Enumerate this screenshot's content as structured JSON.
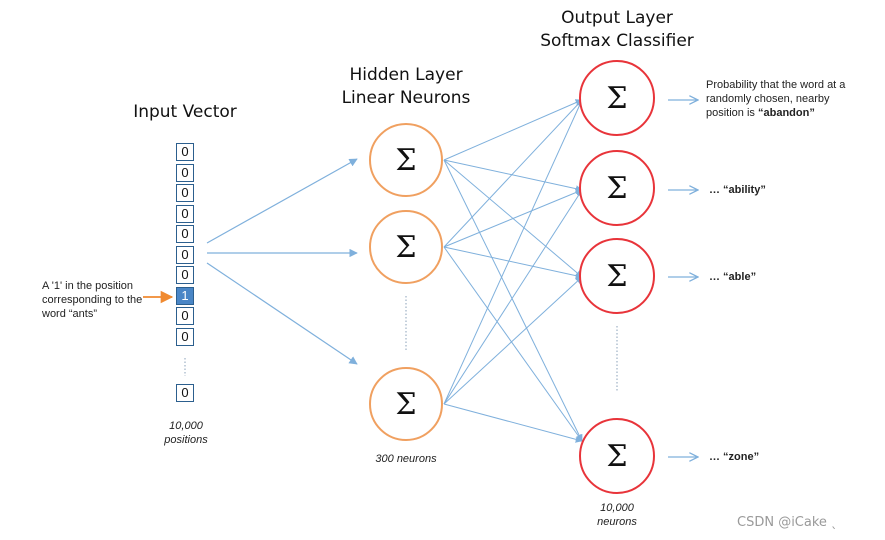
{
  "titles": {
    "input": "Input Vector",
    "hidden_line1": "Hidden Layer",
    "hidden_line2": "Linear Neurons",
    "output_line1": "Output Layer",
    "output_line2": "Softmax Classifier"
  },
  "input_vector": {
    "cells": [
      "0",
      "0",
      "0",
      "0",
      "0",
      "0",
      "0",
      "1",
      "0",
      "0"
    ],
    "last_cell": "0",
    "hot_index": 7,
    "positions_line1": "10,000",
    "positions_line2": "positions"
  },
  "input_note": {
    "line1": "A '1' in the position",
    "line2": "corresponding to the",
    "line3": "word “ants”"
  },
  "hidden_layer": {
    "symbol": "Σ",
    "count_label": "300 neurons"
  },
  "output_layer": {
    "symbol": "Σ",
    "count_line1": "10,000",
    "count_line2": "neurons"
  },
  "output_labels": {
    "first_line1": "Probability that the word at a",
    "first_line2": "randomly chosen, nearby",
    "first_line3_prefix": "position is ",
    "first_word": "“abandon”",
    "ability": "… “ability”",
    "able": "… “able”",
    "zone": "… “zone”"
  },
  "watermark": "CSDN @iCake ˎ",
  "colors": {
    "hidden_border": "#f0a060",
    "output_border": "#e8343a",
    "arrow": "#7fb0dc",
    "hot_cell": "#4a86c6",
    "note_arrow": "#f08a30"
  }
}
